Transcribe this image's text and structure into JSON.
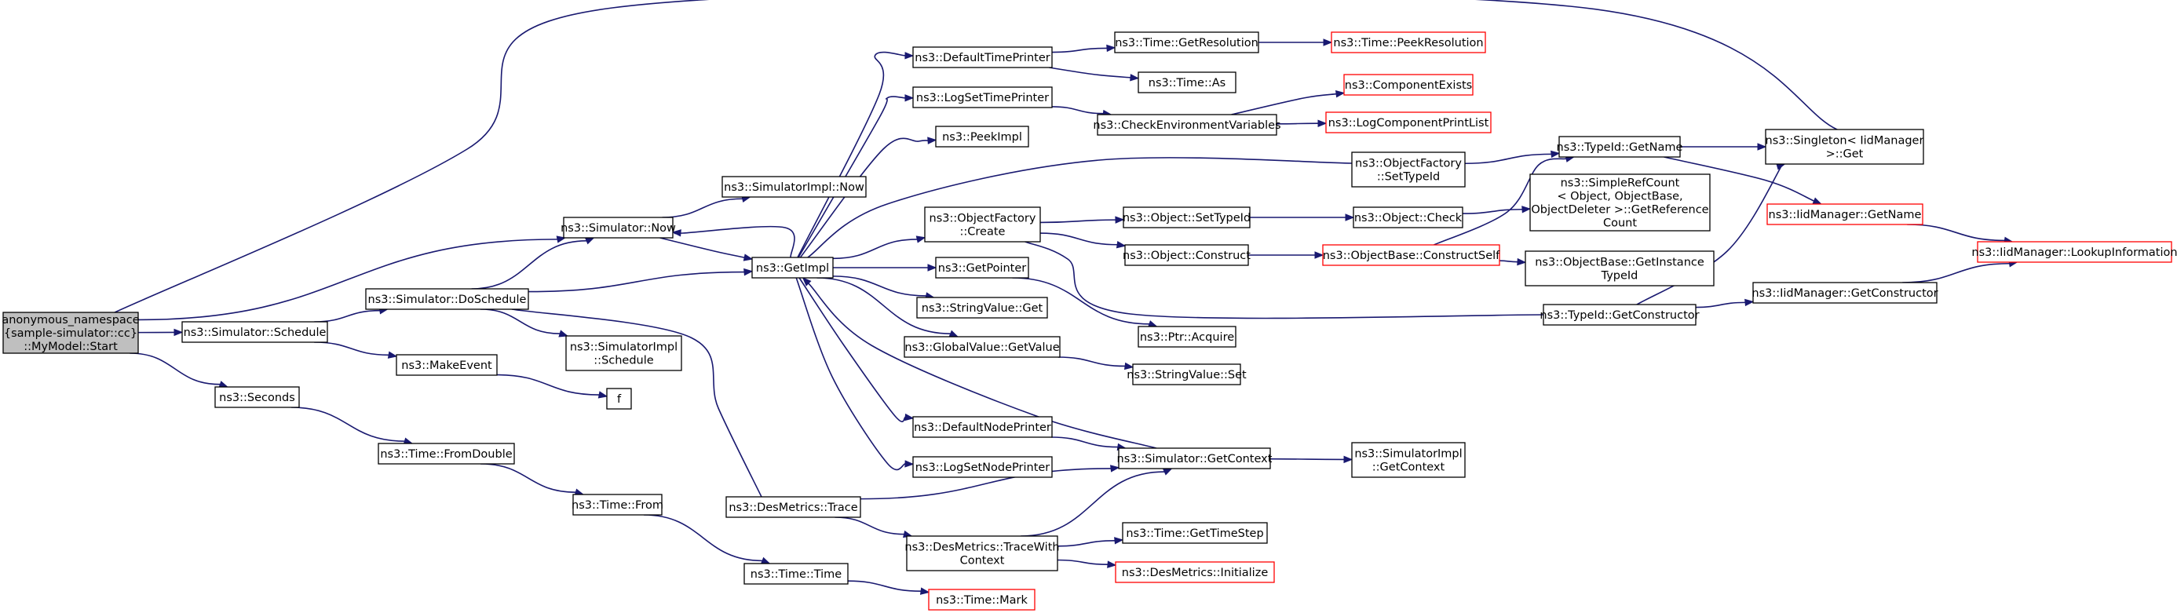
{
  "colors": {
    "edge": "#191970",
    "root_fill": "#bfbfbf",
    "truncated_border": "#ff0000",
    "border": "#000000"
  },
  "nodes": [
    {
      "id": "start",
      "lines": [
        "anonymous_namespace",
        "{sample-simulator::cc}",
        "::MyModel::Start"
      ],
      "style": "root"
    },
    {
      "id": "sched",
      "lines": [
        "ns3::Simulator::Schedule"
      ]
    },
    {
      "id": "seconds",
      "lines": [
        "ns3::Seconds"
      ]
    },
    {
      "id": "doschedule",
      "lines": [
        "ns3::Simulator::DoSchedule"
      ]
    },
    {
      "id": "makeevent",
      "lines": [
        "ns3::MakeEvent"
      ]
    },
    {
      "id": "fromdouble",
      "lines": [
        "ns3::Time::FromDouble"
      ]
    },
    {
      "id": "simnow",
      "lines": [
        "ns3::Simulator::Now"
      ]
    },
    {
      "id": "implnow",
      "lines": [
        "ns3::SimulatorImpl::Now"
      ]
    },
    {
      "id": "implschedule",
      "lines": [
        "ns3::SimulatorImpl",
        "::Schedule"
      ]
    },
    {
      "id": "f",
      "lines": [
        "f"
      ]
    },
    {
      "id": "timefrom",
      "lines": [
        "ns3::Time::From"
      ]
    },
    {
      "id": "getimpl",
      "lines": [
        "ns3::GetImpl"
      ]
    },
    {
      "id": "trace",
      "lines": [
        "ns3::DesMetrics::Trace"
      ]
    },
    {
      "id": "timetime",
      "lines": [
        "ns3::Time::Time"
      ]
    },
    {
      "id": "defaulttime",
      "lines": [
        "ns3::DefaultTimePrinter"
      ]
    },
    {
      "id": "logsettime",
      "lines": [
        "ns3::LogSetTimePrinter"
      ]
    },
    {
      "id": "peekimpl",
      "lines": [
        "ns3::PeekImpl"
      ]
    },
    {
      "id": "ofcreate",
      "lines": [
        "ns3::ObjectFactory",
        "::Create"
      ]
    },
    {
      "id": "getpointer",
      "lines": [
        "ns3::GetPointer"
      ]
    },
    {
      "id": "stringget",
      "lines": [
        "ns3::StringValue::Get"
      ]
    },
    {
      "id": "gvgetvalue",
      "lines": [
        "ns3::GlobalValue::GetValue"
      ]
    },
    {
      "id": "defaultnode",
      "lines": [
        "ns3::DefaultNodePrinter"
      ]
    },
    {
      "id": "logsetnode",
      "lines": [
        "ns3::LogSetNodePrinter"
      ]
    },
    {
      "id": "tracewith",
      "lines": [
        "ns3::DesMetrics::TraceWith",
        "Context"
      ]
    },
    {
      "id": "timemark",
      "lines": [
        "ns3::Time::Mark"
      ],
      "style": "trunc"
    },
    {
      "id": "getres",
      "lines": [
        "ns3::Time::GetResolution"
      ]
    },
    {
      "id": "timeas",
      "lines": [
        "ns3::Time::As"
      ]
    },
    {
      "id": "checkenv",
      "lines": [
        "ns3::CheckEnvironmentVariables"
      ]
    },
    {
      "id": "objsettypeid",
      "lines": [
        "ns3::Object::SetTypeId"
      ]
    },
    {
      "id": "objconstruct",
      "lines": [
        "ns3::Object::Construct"
      ]
    },
    {
      "id": "ptracquire",
      "lines": [
        "ns3::Ptr::Acquire"
      ]
    },
    {
      "id": "stringset",
      "lines": [
        "ns3::StringValue::Set"
      ]
    },
    {
      "id": "getcontext",
      "lines": [
        "ns3::Simulator::GetContext"
      ]
    },
    {
      "id": "gettimestep",
      "lines": [
        "ns3::Time::GetTimeStep"
      ]
    },
    {
      "id": "dminit",
      "lines": [
        "ns3::DesMetrics::Initialize"
      ],
      "style": "trunc"
    },
    {
      "id": "peekres",
      "lines": [
        "ns3::Time::PeekResolution"
      ],
      "style": "trunc"
    },
    {
      "id": "compexists",
      "lines": [
        "ns3::ComponentExists"
      ],
      "style": "trunc"
    },
    {
      "id": "logcomp",
      "lines": [
        "ns3::LogComponentPrintList"
      ],
      "style": "trunc"
    },
    {
      "id": "ofsettypeid",
      "lines": [
        "ns3::ObjectFactory",
        "::SetTypeId"
      ]
    },
    {
      "id": "objcheck",
      "lines": [
        "ns3::Object::Check"
      ]
    },
    {
      "id": "constructself",
      "lines": [
        "ns3::ObjectBase::ConstructSelf"
      ],
      "style": "trunc"
    },
    {
      "id": "implgetcontext",
      "lines": [
        "ns3::SimulatorImpl",
        "::GetContext"
      ]
    },
    {
      "id": "typeidgetname",
      "lines": [
        "ns3::TypeId::GetName"
      ]
    },
    {
      "id": "simplerefcount",
      "lines": [
        "ns3::SimpleRefCount",
        "< Object, ObjectBase,",
        "ObjectDeleter >::GetReference",
        "Count"
      ]
    },
    {
      "id": "getinstance",
      "lines": [
        "ns3::ObjectBase::GetInstance",
        "TypeId"
      ]
    },
    {
      "id": "getconstructor",
      "lines": [
        "ns3::TypeId::GetConstructor"
      ]
    },
    {
      "id": "singleton",
      "lines": [
        "ns3::Singleton< IidManager",
        " >::Get"
      ]
    },
    {
      "id": "iidgetname",
      "lines": [
        "ns3::IidManager::GetName"
      ],
      "style": "trunc"
    },
    {
      "id": "iidgetconstructor",
      "lines": [
        "ns3::IidManager::GetConstructor"
      ]
    },
    {
      "id": "iidlookup",
      "lines": [
        "ns3::IidManager::LookupInformation"
      ],
      "style": "trunc"
    }
  ],
  "edges": [
    [
      "start",
      "sched"
    ],
    [
      "start",
      "seconds"
    ],
    [
      "start",
      "simnow"
    ],
    [
      "start",
      "singleton"
    ],
    [
      "sched",
      "doschedule"
    ],
    [
      "sched",
      "makeevent"
    ],
    [
      "seconds",
      "fromdouble"
    ],
    [
      "doschedule",
      "simnow"
    ],
    [
      "doschedule",
      "getimpl"
    ],
    [
      "doschedule",
      "implschedule"
    ],
    [
      "doschedule",
      "trace"
    ],
    [
      "makeevent",
      "f"
    ],
    [
      "fromdouble",
      "timefrom"
    ],
    [
      "simnow",
      "implnow"
    ],
    [
      "simnow",
      "getimpl"
    ],
    [
      "timefrom",
      "timetime"
    ],
    [
      "getimpl",
      "simnow"
    ],
    [
      "getimpl",
      "defaulttime"
    ],
    [
      "getimpl",
      "logsettime"
    ],
    [
      "getimpl",
      "peekimpl"
    ],
    [
      "getimpl",
      "ofsettypeid"
    ],
    [
      "getimpl",
      "ofcreate"
    ],
    [
      "getimpl",
      "getpointer"
    ],
    [
      "getimpl",
      "stringget"
    ],
    [
      "getimpl",
      "gvgetvalue"
    ],
    [
      "getimpl",
      "defaultnode"
    ],
    [
      "getimpl",
      "logsetnode"
    ],
    [
      "trace",
      "getcontext"
    ],
    [
      "trace",
      "tracewith"
    ],
    [
      "timetime",
      "timemark"
    ],
    [
      "defaulttime",
      "getres"
    ],
    [
      "defaulttime",
      "timeas"
    ],
    [
      "logsettime",
      "checkenv"
    ],
    [
      "ofcreate",
      "objsettypeid"
    ],
    [
      "ofcreate",
      "objconstruct"
    ],
    [
      "ofcreate",
      "getconstructor"
    ],
    [
      "getpointer",
      "ptracquire"
    ],
    [
      "gvgetvalue",
      "stringset"
    ],
    [
      "defaultnode",
      "getcontext"
    ],
    [
      "tracewith",
      "getcontext"
    ],
    [
      "tracewith",
      "gettimestep"
    ],
    [
      "tracewith",
      "dminit"
    ],
    [
      "getres",
      "peekres"
    ],
    [
      "checkenv",
      "compexists"
    ],
    [
      "checkenv",
      "logcomp"
    ],
    [
      "objsettypeid",
      "objcheck"
    ],
    [
      "objconstruct",
      "constructself"
    ],
    [
      "getcontext",
      "getimpl"
    ],
    [
      "getcontext",
      "implgetcontext"
    ],
    [
      "ofsettypeid",
      "typeidgetname"
    ],
    [
      "objcheck",
      "simplerefcount"
    ],
    [
      "constructself",
      "typeidgetname"
    ],
    [
      "constructself",
      "getinstance"
    ],
    [
      "typeidgetname",
      "singleton"
    ],
    [
      "typeidgetname",
      "iidgetname"
    ],
    [
      "getconstructor",
      "singleton"
    ],
    [
      "getconstructor",
      "iidgetconstructor"
    ],
    [
      "iidgetname",
      "iidlookup"
    ],
    [
      "iidgetconstructor",
      "iidlookup"
    ]
  ]
}
